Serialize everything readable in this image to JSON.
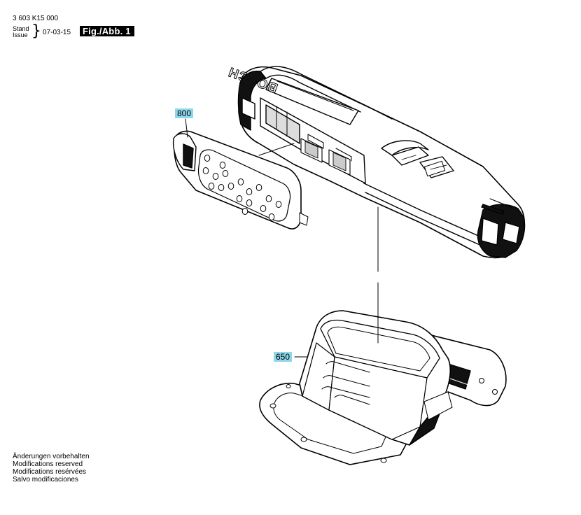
{
  "header": {
    "part_number": "3 603 K15 000",
    "stand_label": "Stand",
    "issue_label": "Issue",
    "date": "07-03-15",
    "figure_label": "Fig./Abb. 1"
  },
  "drawing": {
    "brand_text": "BOSCH",
    "parts": [
      {
        "id": "800",
        "label": "800"
      },
      {
        "id": "650",
        "label": "650"
      }
    ]
  },
  "notes": [
    "Änderungen vorbehalten",
    "Modifications reserved",
    "Modifications resérvées",
    "Salvo modificaciones"
  ]
}
